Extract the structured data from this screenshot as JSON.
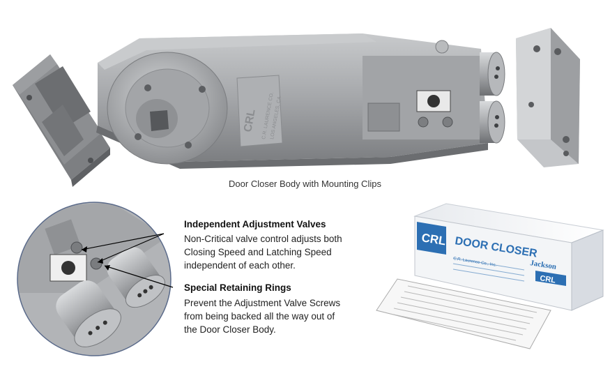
{
  "caption": "Door Closer Body with Mounting Clips",
  "features": [
    {
      "heading": "Independent Adjustment Valves",
      "lines": [
        "Non-Critical valve control adjusts both",
        "Closing Speed and Latching Speed",
        "independent of each other."
      ]
    },
    {
      "heading": "Special Retaining Rings",
      "lines": [
        "Prevent the Adjustment Valve Screws",
        "from being backed all the way out of",
        "the Door Closer Body."
      ]
    }
  ],
  "box": {
    "brand_logo": "CRL",
    "title": "DOOR CLOSER",
    "second_brand": "Jackson",
    "second_logo": "CRL",
    "maker_line": "C.R. Laurence Co., Inc."
  },
  "closer_body": {
    "cast_text_1": "C.R. LAURENCE CO.",
    "cast_text_2": "LOS ANGELES, CA"
  },
  "colors": {
    "metal": "#a9abad",
    "metal_dark": "#6f7174",
    "box_blue": "#2c6fb3",
    "box_white": "#f2f4f6"
  }
}
